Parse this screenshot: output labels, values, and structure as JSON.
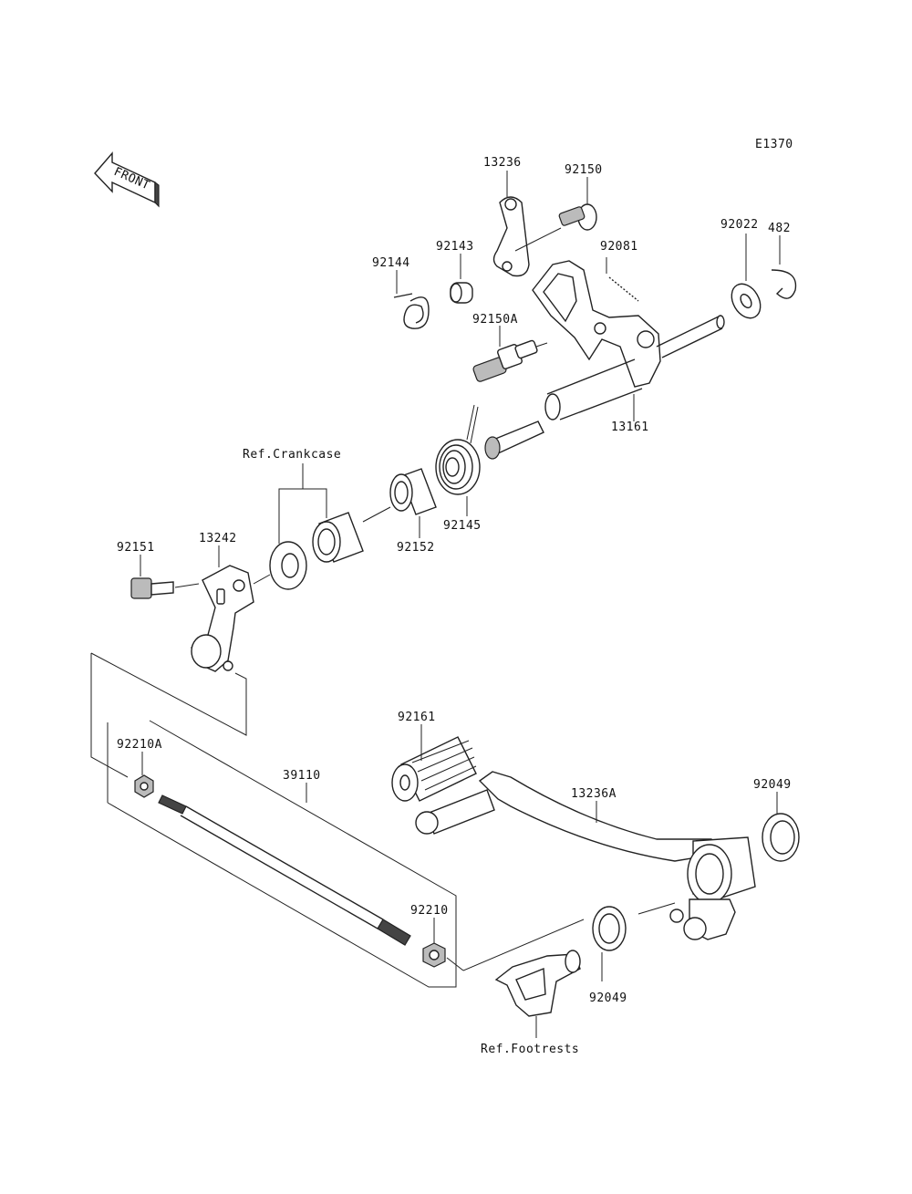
{
  "diagram_code": "E1370",
  "front_arrow": {
    "label": "FRONT",
    "icon": "front-direction-arrow-icon"
  },
  "labels": {
    "p13236": "13236",
    "p92150": "92150",
    "p92143": "92143",
    "p92144": "92144",
    "p92081": "92081",
    "p92022": "92022",
    "p482": "482",
    "p92150A": "92150A",
    "p13161": "13161",
    "ref_crankcase": "Ref.Crankcase",
    "p92145": "92145",
    "p92152": "92152",
    "p92151": "92151",
    "p13242": "13242",
    "p92161": "92161",
    "p92210A": "92210A",
    "p39110": "39110",
    "p13236A": "13236A",
    "p92049_top": "92049",
    "p92210": "92210",
    "p92049_bottom": "92049",
    "ref_footrests": "Ref.Footrests"
  }
}
